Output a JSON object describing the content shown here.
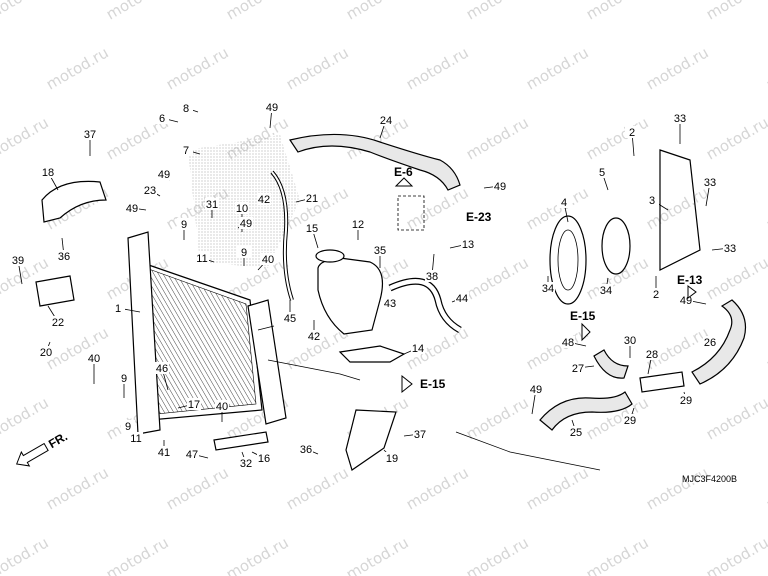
{
  "watermark": {
    "text": "motod.ru"
  },
  "diagram_code": "MJC3F4200B",
  "direction_marker": "FR.",
  "section_refs": [
    {
      "id": "E-6"
    },
    {
      "id": "E-23"
    },
    {
      "id": "E-15",
      "key": "a"
    },
    {
      "id": "E-15",
      "key": "b"
    },
    {
      "id": "E-13"
    }
  ],
  "callouts": [
    "1",
    "2",
    "2",
    "3",
    "4",
    "5",
    "6",
    "7",
    "8",
    "9",
    "9",
    "9",
    "9",
    "10",
    "11",
    "11",
    "12",
    "13",
    "14",
    "15",
    "16",
    "17",
    "18",
    "19",
    "20",
    "21",
    "22",
    "23",
    "24",
    "25",
    "26",
    "27",
    "28",
    "29",
    "29",
    "30",
    "31",
    "32",
    "33",
    "33",
    "33",
    "34",
    "34",
    "35",
    "36",
    "36",
    "37",
    "37",
    "38",
    "39",
    "40",
    "40",
    "40",
    "41",
    "42",
    "42",
    "43",
    "44",
    "45",
    "46",
    "47",
    "48",
    "49",
    "49",
    "49",
    "49",
    "49",
    "49",
    "49"
  ]
}
